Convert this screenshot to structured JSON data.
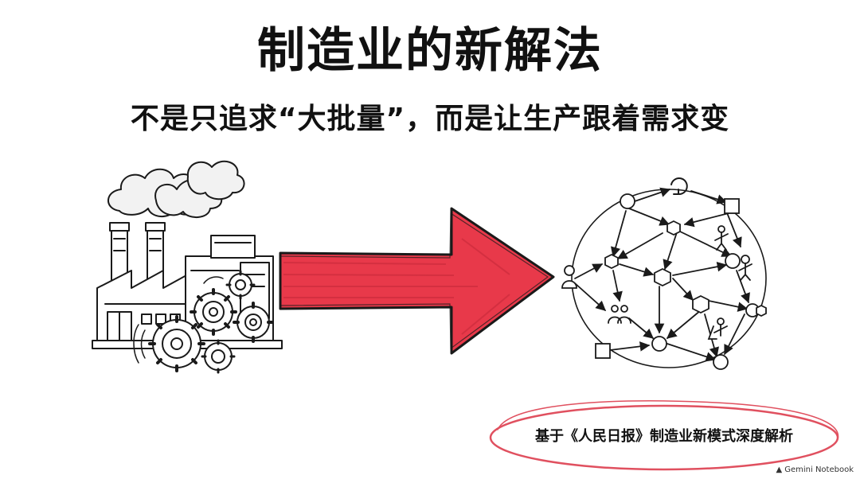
{
  "title": "制造业的新解法",
  "subtitle": "不是只追求“大批量”，而是让生产跟着需求变",
  "footer_note": "基于《人民日报》制造业新模式深度解析",
  "brand": {
    "icon": "notebook-logo-icon",
    "label": "Gemini Notebook"
  },
  "colors": {
    "ink": "#1a1a1a",
    "arrow_red": "#e8394a",
    "ellipse_red": "#e0505f"
  },
  "icons": [
    "factory-icon",
    "gears-icon",
    "smoke-cloud-icon",
    "red-arrow-icon",
    "network-icon",
    "person-icon",
    "cycle-icon"
  ]
}
